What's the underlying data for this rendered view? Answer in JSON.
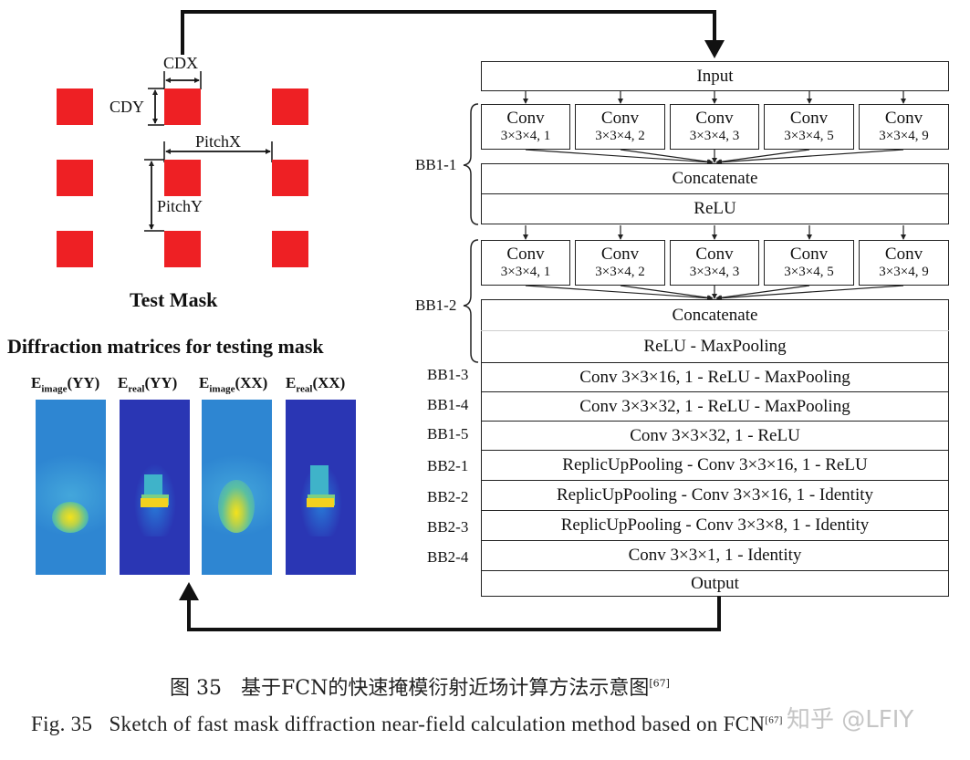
{
  "mask": {
    "cdx": "CDX",
    "cdy": "CDY",
    "pitchx": "PitchX",
    "pitchy": "PitchY",
    "title": "Test Mask"
  },
  "diffraction": {
    "title": "Diffraction matrices for testing mask",
    "panels": [
      {
        "main": "E",
        "sub": "image",
        "suffix": "(YY)"
      },
      {
        "main": "E",
        "sub": "real",
        "suffix": "(YY)"
      },
      {
        "main": "E",
        "sub": "image",
        "suffix": "(XX)"
      },
      {
        "main": "E",
        "sub": "real",
        "suffix": "(XX)"
      }
    ]
  },
  "network": {
    "input": "Input",
    "output": "Output",
    "conv_title": "Conv",
    "conv_params": [
      "3×3×4, 1",
      "3×3×4, 2",
      "3×3×4, 3",
      "3×3×4, 5",
      "3×3×4, 9"
    ],
    "bb11_label": "BB1-1",
    "bb12_label": "BB1-2",
    "concatenate": "Concatenate",
    "relu": "ReLU",
    "relu_maxpool": "ReLU - MaxPooling",
    "rows": [
      {
        "label": "BB1-3",
        "text": "Conv 3×3×16, 1 - ReLU - MaxPooling"
      },
      {
        "label": "BB1-4",
        "text": "Conv 3×3×32, 1 - ReLU - MaxPooling"
      },
      {
        "label": "BB1-5",
        "text": "Conv 3×3×32, 1 - ReLU"
      },
      {
        "label": "BB2-1",
        "text": "ReplicUpPooling - Conv 3×3×16, 1 - ReLU"
      },
      {
        "label": "BB2-2",
        "text": "ReplicUpPooling - Conv 3×3×16, 1 - Identity"
      },
      {
        "label": "BB2-3",
        "text": "ReplicUpPooling - Conv 3×3×8, 1 - Identity"
      },
      {
        "label": "BB2-4",
        "text": "Conv 3×3×1, 1 - Identity"
      }
    ]
  },
  "caption": {
    "cn_num": "图 35",
    "cn_text": "基于FCN的快速掩模衍射近场计算方法示意图",
    "cn_ref": "[67]",
    "en_num": "Fig. 35",
    "en_text": "Sketch of fast mask diffraction near-field calculation method based on FCN",
    "en_ref": "[67]",
    "watermark": "知乎 @LFIY"
  }
}
